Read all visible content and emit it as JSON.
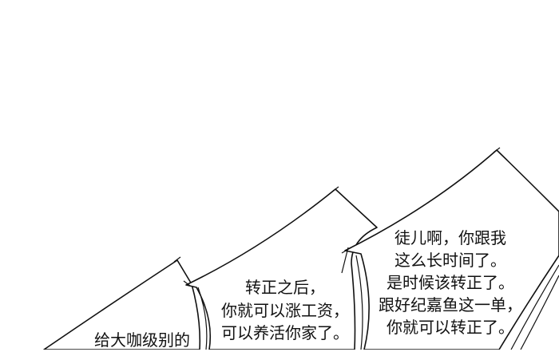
{
  "panel": {
    "bubbles": [
      {
        "lines": [
          "给大咖级别的"
        ]
      },
      {
        "lines": [
          "转正之后，",
          "你就可以涨工资，",
          "可以养活你家了。"
        ]
      },
      {
        "lines": [
          "徒儿啊，你跟我",
          "这么长时间了。",
          "是时候该转正了。",
          "跟好纪嘉鱼这一单，",
          "你就可以转正了。"
        ]
      }
    ]
  }
}
